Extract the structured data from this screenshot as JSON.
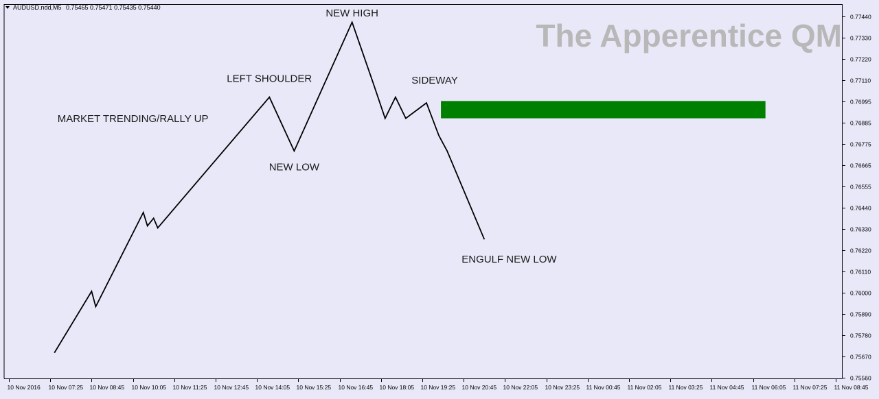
{
  "window": {
    "symbol_caption": "AUDUSD.ndd,M5",
    "ohlc_caption": "0.75465 0.75471 0.75435 0.75440",
    "menu_arrow_icon": "triangle-down-icon"
  },
  "watermark": "The Apperentice QM",
  "colors": {
    "background": "#e8e8f8",
    "line": "#000000",
    "zone": "#008000",
    "watermark": "#b8b8b8",
    "axis": "#000000",
    "text": "#1a1a1a"
  },
  "chart_data": {
    "type": "line",
    "title": "",
    "xlabel": "",
    "ylabel": "",
    "x_tick_labels": [
      "10 Nov 2016",
      "10 Nov 07:25",
      "10 Nov 08:45",
      "10 Nov 10:05",
      "10 Nov 11:25",
      "10 Nov 12:45",
      "10 Nov 14:05",
      "10 Nov 15:25",
      "10 Nov 16:45",
      "10 Nov 18:05",
      "10 Nov 19:25",
      "10 Nov 20:45",
      "10 Nov 22:05",
      "10 Nov 23:25",
      "11 Nov 00:45",
      "11 Nov 02:05",
      "11 Nov 03:25",
      "11 Nov 04:45",
      "11 Nov 06:05",
      "11 Nov 07:25",
      "11 Nov 08:45"
    ],
    "y_tick_labels": [
      "0.77440",
      "0.77330",
      "0.77220",
      "0.77110",
      "0.76995",
      "0.76885",
      "0.76775",
      "0.76665",
      "0.76555",
      "0.76440",
      "0.76330",
      "0.76220",
      "0.76110",
      "0.76000",
      "0.75890",
      "0.75780",
      "0.75670",
      "0.75560"
    ],
    "ylim": [
      0.7556,
      0.7744
    ],
    "x_index_range": [
      0,
      20
    ],
    "grid": false,
    "series": [
      {
        "x": [
          1.1,
          2.0,
          2.1,
          3.25,
          3.35,
          3.5,
          3.6,
          6.3,
          6.9,
          8.3,
          8.8,
          9.1,
          9.35,
          9.6,
          10.1,
          10.4,
          10.6,
          11.5
        ],
        "y": [
          0.7569,
          0.7601,
          0.7593,
          0.7642,
          0.7635,
          0.7639,
          0.7634,
          0.7702,
          0.7674,
          0.7741,
          0.771,
          0.7691,
          0.7702,
          0.7691,
          0.7699,
          0.7682,
          0.7674,
          0.7628
        ]
      }
    ],
    "zone": {
      "x_start": 10.45,
      "x_end": 18.3,
      "y_low": 0.7691,
      "y_high": 0.77
    },
    "annotations": [
      {
        "text": "MARKET TRENDING/RALLY UP",
        "x": 3.0,
        "y": 0.7689
      },
      {
        "text": "LEFT SHOULDER",
        "x": 6.3,
        "y": 0.771
      },
      {
        "text": "NEW LOW",
        "x": 6.9,
        "y": 0.7664
      },
      {
        "text": "NEW HIGH",
        "x": 8.3,
        "y": 0.7744
      },
      {
        "text": "SIDEWAY",
        "x": 10.3,
        "y": 0.7709
      },
      {
        "text": "ENGULF NEW LOW",
        "x": 12.1,
        "y": 0.7616
      }
    ]
  }
}
